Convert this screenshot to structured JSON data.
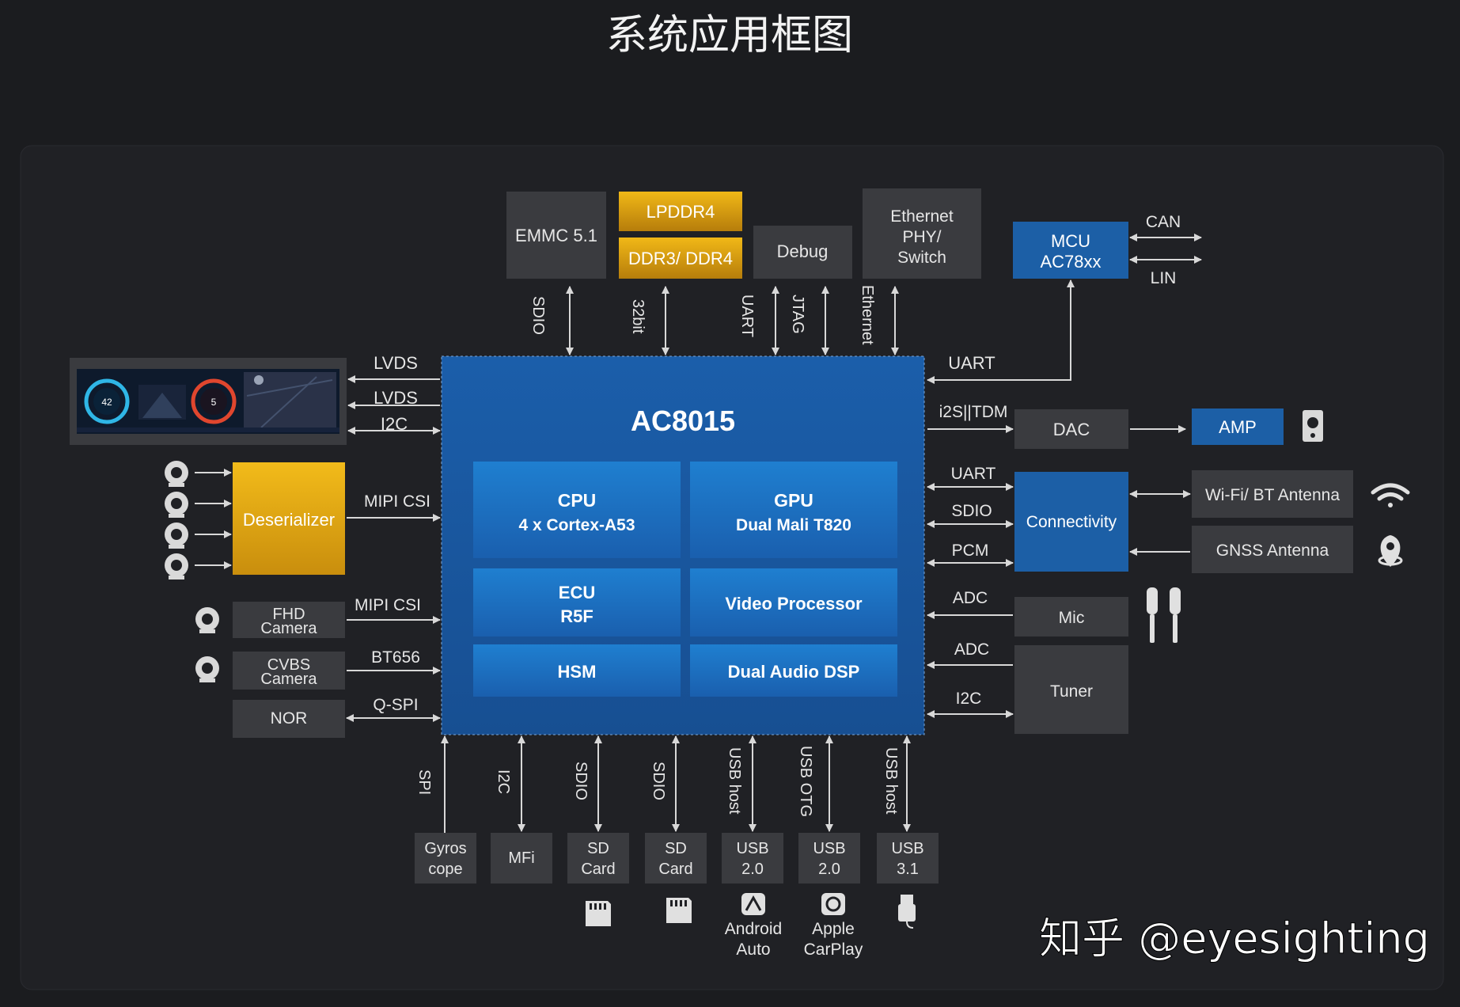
{
  "title": "系统应用框图",
  "watermark": "知乎 @eyesighting",
  "colors": {
    "background": "#1b1c1f",
    "panel": "#202125",
    "gray_block": "#3a3b3f",
    "soc_blue": "#1a5aa8",
    "inner_blue": "#1e76c8",
    "dark_blue": "#1c5fa6",
    "gold": "#e4a712",
    "text": "#e6e6e6"
  },
  "soc": {
    "name": "AC8015",
    "cpu": [
      "CPU",
      "4 x Cortex-A53"
    ],
    "gpu": [
      "GPU",
      "Dual Mali T820"
    ],
    "ecu": [
      "ECU",
      "R5F"
    ],
    "video": "Video Processor",
    "hsm": "HSM",
    "dsp": "Dual Audio DSP"
  },
  "top": {
    "emmc": "EMMC 5.1",
    "lpddr4": "LPDDR4",
    "ddr": "DDR3/ DDR4",
    "debug": "Debug",
    "ethernet_block": [
      "Ethernet",
      "PHY/",
      "Switch"
    ],
    "bus": [
      "SDIO",
      "32bit",
      "UART",
      "JTAG",
      "Ethernet"
    ]
  },
  "mcu": {
    "label": [
      "MCU",
      "AC78xx"
    ],
    "can": "CAN",
    "lin": "LIN",
    "uart": "UART"
  },
  "left": {
    "lvds1": "LVDS",
    "lvds2": "LVDS",
    "i2c": "I2C",
    "deserializer": "Deserializer",
    "mipi_csi_1": "MIPI CSI",
    "fhd": [
      "FHD",
      "Camera"
    ],
    "mipi_csi_2": "MIPI CSI",
    "cvbs": [
      "CVBS",
      "Camera"
    ],
    "bt656": "BT656",
    "nor": "NOR",
    "qspi": "Q-SPI",
    "dash_left_num": "42",
    "dash_right_num": "5"
  },
  "right": {
    "i2s": "i2S||TDM",
    "dac": "DAC",
    "amp": "AMP",
    "uart": "UART",
    "sdio": "SDIO",
    "pcm": "PCM",
    "connectivity": "Connectivity",
    "wifi": "Wi-Fi/ BT Antenna",
    "gnss": "GNSS Antenna",
    "adc1": "ADC",
    "mic": "Mic",
    "adc2": "ADC",
    "i2c": "I2C",
    "tuner": "Tuner"
  },
  "bottom": {
    "bus": [
      "SPI",
      "I2C",
      "SDIO",
      "SDIO",
      "USB host",
      "USB OTG",
      "USB host"
    ],
    "blocks": [
      [
        "Gyros",
        "cope"
      ],
      [
        "MFi"
      ],
      [
        "SD",
        "Card"
      ],
      [
        "SD",
        "Card"
      ],
      [
        "USB",
        "2.0"
      ],
      [
        "USB",
        "2.0"
      ],
      [
        "USB",
        "3.1"
      ]
    ],
    "android": [
      "Android",
      "Auto"
    ],
    "carplay": [
      "Apple",
      "CarPlay"
    ]
  }
}
